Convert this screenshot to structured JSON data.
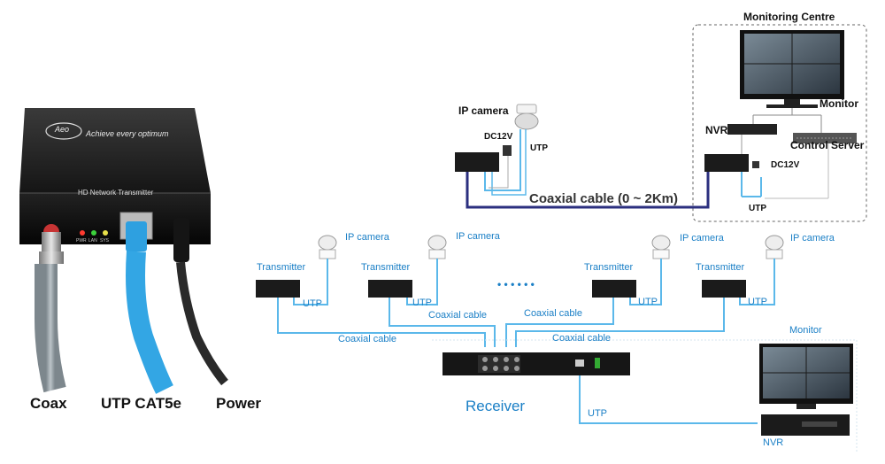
{
  "product": {
    "brand": "Aeo",
    "slogan": "Achieve every optimum",
    "name": "HD Network Transmitter",
    "led_labels": [
      "PWR",
      "LAN",
      "SYS"
    ]
  },
  "ports": {
    "coax": "Coax",
    "utp": "UTP CAT5e",
    "power": "Power"
  },
  "top_diagram": {
    "monitoring_centre": "Monitoring Centre",
    "monitor": "Monitor",
    "nvr": "NVR",
    "control_server": "Control Server",
    "ip_camera": "IP camera",
    "dc_left": "DC12V",
    "dc_right": "DC12V",
    "utp_left": "UTP",
    "utp_right": "UTP",
    "coaxial": "Coaxial cable (0 ~ 2Km)"
  },
  "bottom_diagram": {
    "transmitters": [
      {
        "transmitter_label": "Transmitter",
        "camera_label": "IP camera",
        "utp_label": "UTP"
      },
      {
        "transmitter_label": "Transmitter",
        "camera_label": "IP camera",
        "utp_label": "UTP"
      },
      {
        "transmitter_label": "Transmitter",
        "camera_label": "IP camera",
        "utp_label": "UTP"
      },
      {
        "transmitter_label": "Transmitter",
        "camera_label": "IP camera",
        "utp_label": "UTP"
      }
    ],
    "coax_labels": [
      "Coaxial cable",
      "Coaxial cable",
      "Coaxial cable",
      "Coaxial cable"
    ],
    "ellipsis": "• • • • • •",
    "receiver": "Receiver",
    "utp_out": "UTP",
    "monitor": "Monitor",
    "nvr": "NVR"
  },
  "colors": {
    "cable_blue": "#5bb8ea",
    "coax_dark": "#2b2f7f",
    "label_blue": "#1a7fc6"
  }
}
